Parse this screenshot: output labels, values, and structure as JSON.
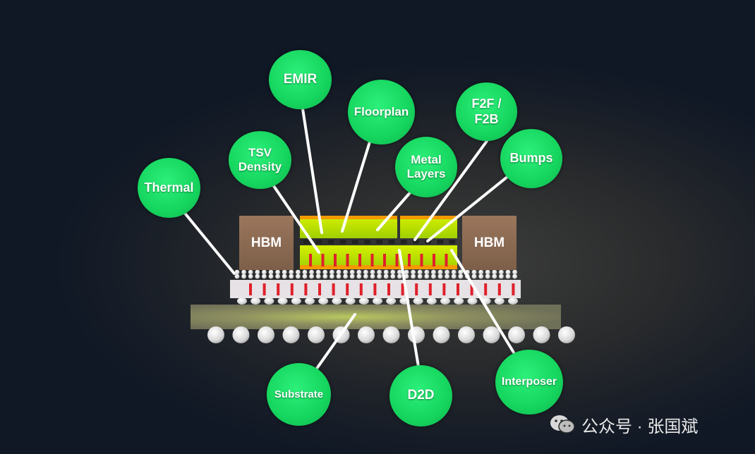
{
  "diagram": {
    "labels": {
      "emir": "EMIR",
      "floorplan": "Floorplan",
      "f2f": "F2F /\nF2B",
      "tsv_density": "TSV\nDensity",
      "metal_layers": "Metal\nLayers",
      "bumps": "Bumps",
      "thermal": "Thermal",
      "substrate": "Substrate",
      "d2d": "D2D",
      "interposer": "Interposer",
      "hbm_left": "HBM",
      "hbm_right": "HBM"
    }
  },
  "watermark": {
    "text": "公众号 · 张国斌",
    "icon": "wechat-icon"
  },
  "colors": {
    "bubble_green": "#15d55e",
    "hbm_brown": "#8b6a52",
    "die_green": "#b8e600",
    "tsv_red": "#e0202a",
    "substrate": "#7e7f5a"
  }
}
